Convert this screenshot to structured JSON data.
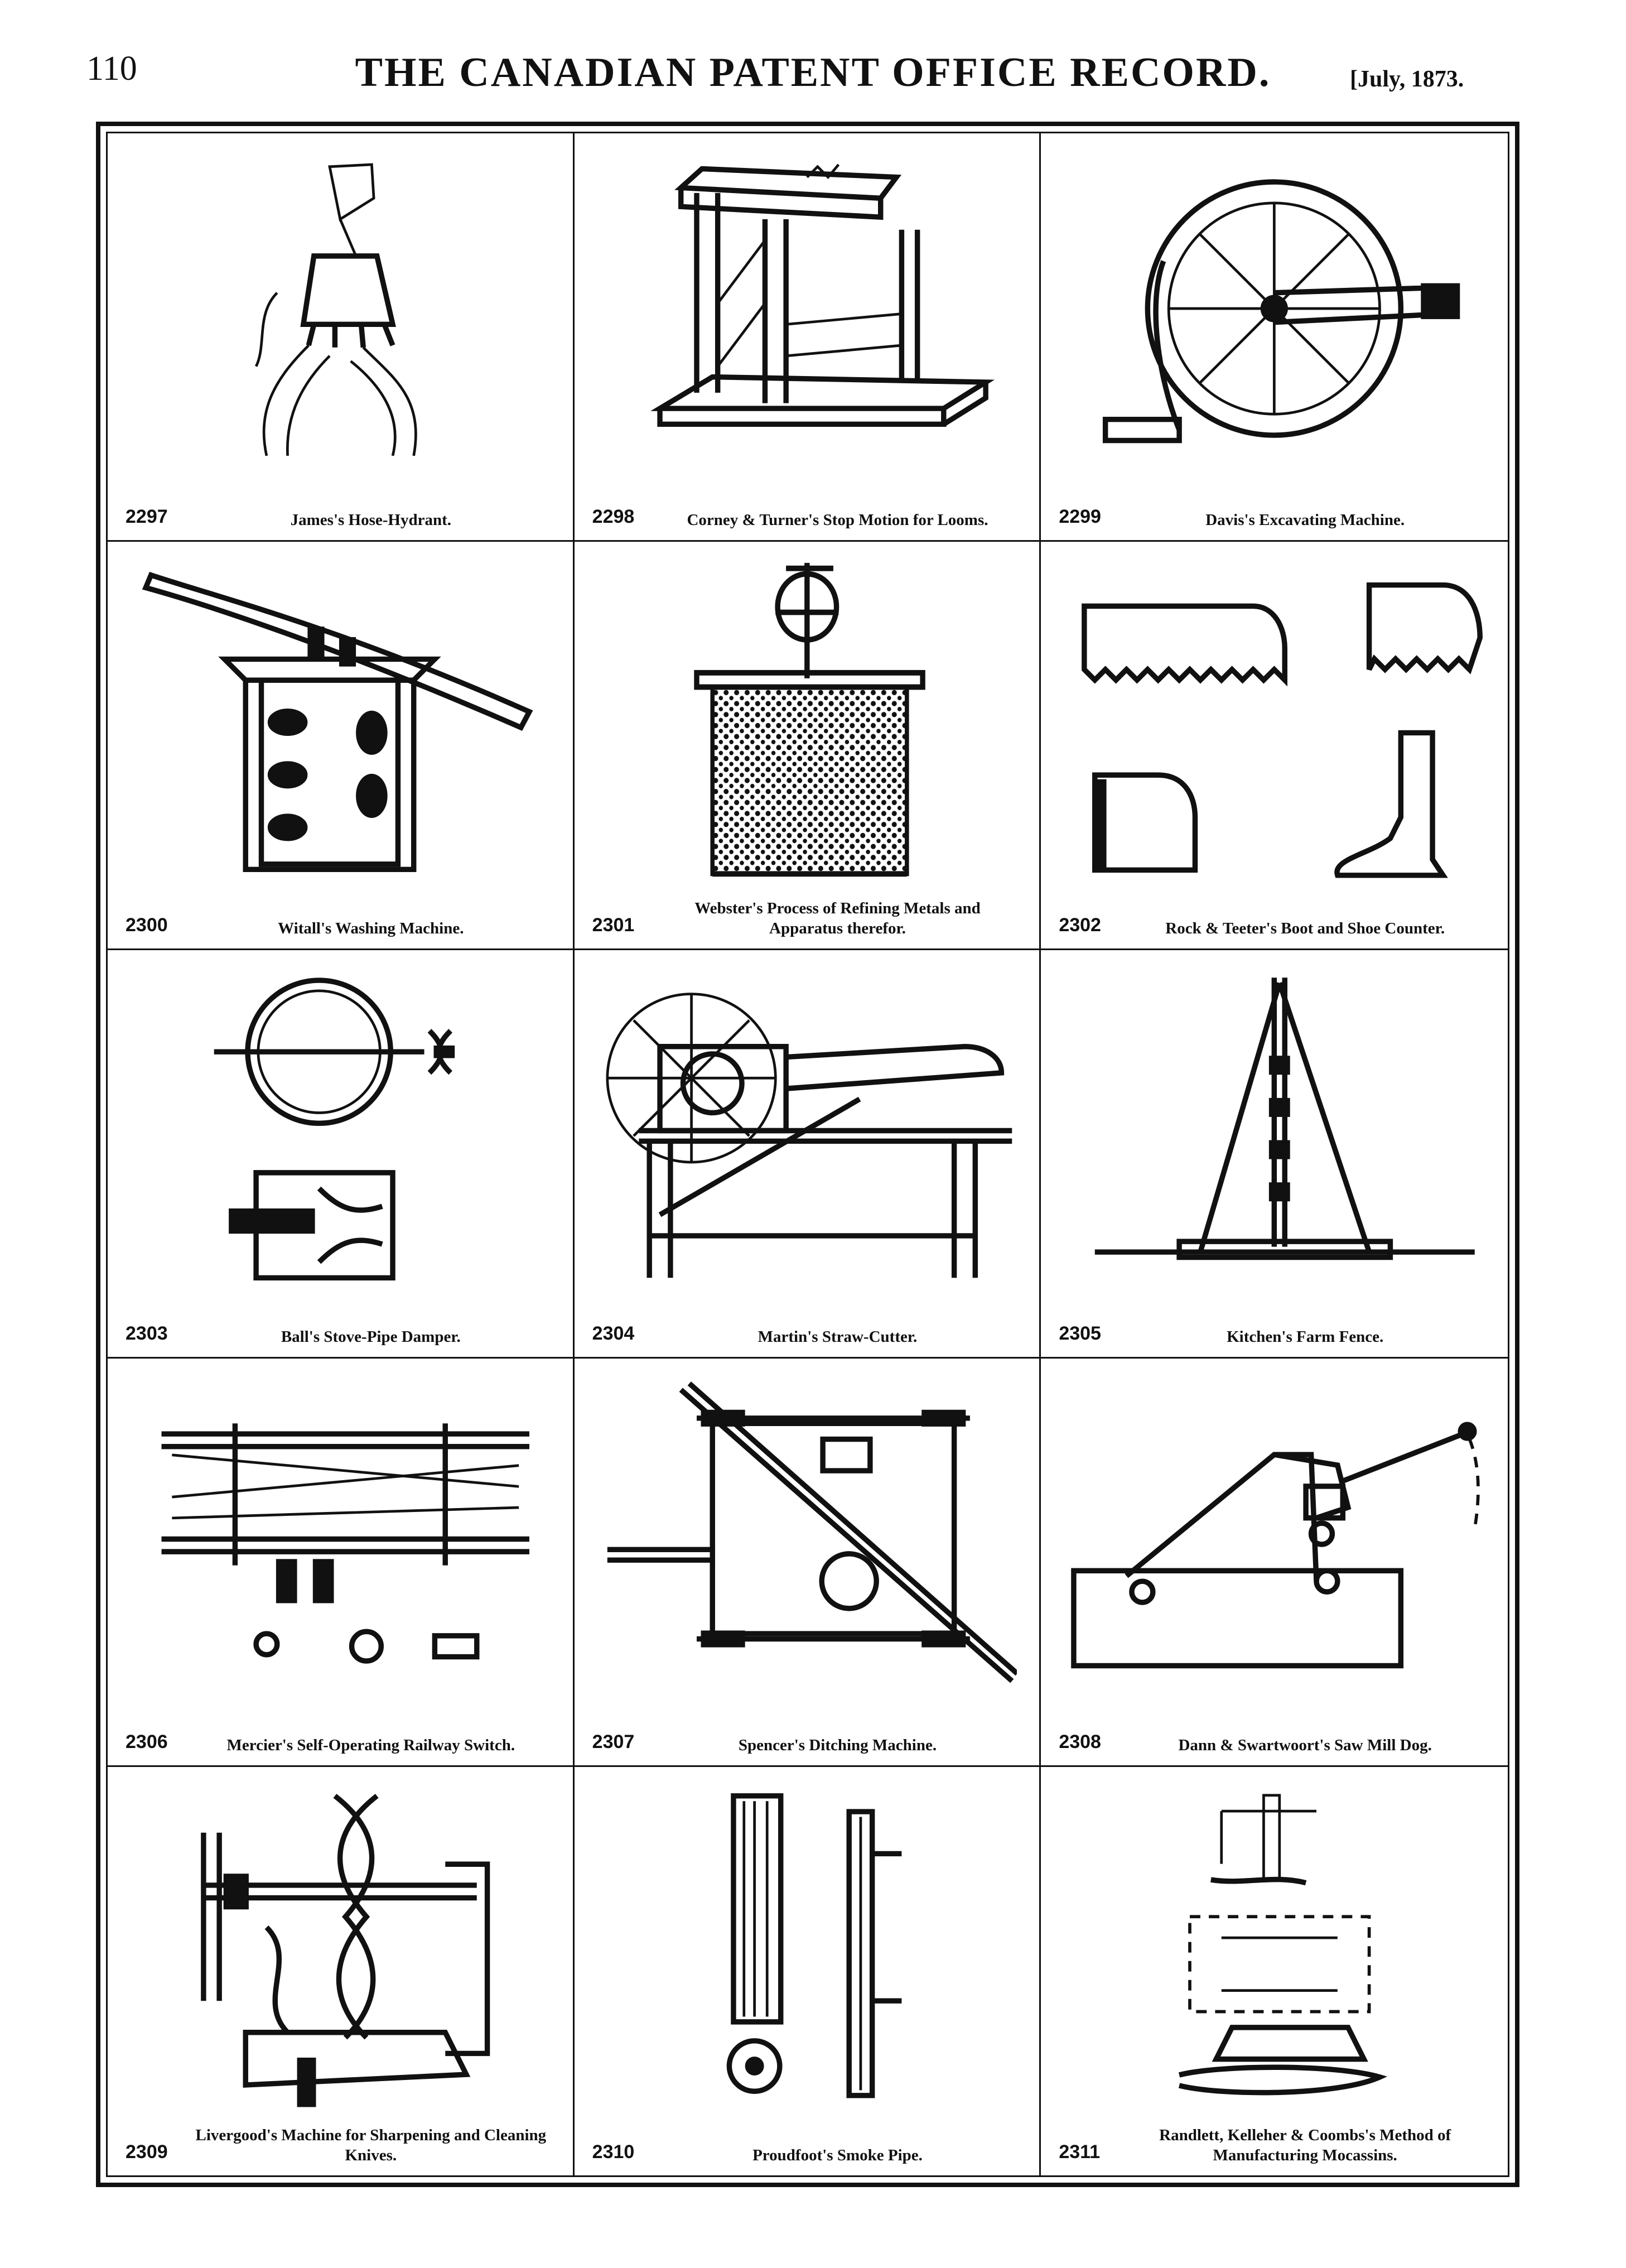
{
  "header": {
    "page_number": "110",
    "title": "THE CANADIAN PATENT OFFICE RECORD.",
    "date": "[July, 1873."
  },
  "patents": [
    {
      "number": "2297",
      "title": "James's Hose-Hydrant."
    },
    {
      "number": "2298",
      "title": "Corney & Turner's Stop Motion for Looms."
    },
    {
      "number": "2299",
      "title": "Davis's Excavating Machine."
    },
    {
      "number": "2300",
      "title": "Witall's Washing Machine."
    },
    {
      "number": "2301",
      "title": "Webster's Process of Refining Metals and Apparatus therefor."
    },
    {
      "number": "2302",
      "title": "Rock & Teeter's Boot and Shoe Counter."
    },
    {
      "number": "2303",
      "title": "Ball's Stove-Pipe Damper."
    },
    {
      "number": "2304",
      "title": "Martin's Straw-Cutter."
    },
    {
      "number": "2305",
      "title": "Kitchen's Farm Fence."
    },
    {
      "number": "2306",
      "title": "Mercier's Self-Operating Railway Switch."
    },
    {
      "number": "2307",
      "title": "Spencer's Ditching Machine."
    },
    {
      "number": "2308",
      "title": "Dann & Swartwoort's Saw Mill Dog."
    },
    {
      "number": "2309",
      "title": "Livergood's Machine for Sharpening and Cleaning Knives."
    },
    {
      "number": "2310",
      "title": "Proudfoot's Smoke Pipe."
    },
    {
      "number": "2311",
      "title": "Randlett, Kelleher & Coombs's Method of Manufacturing Mocassins."
    }
  ]
}
